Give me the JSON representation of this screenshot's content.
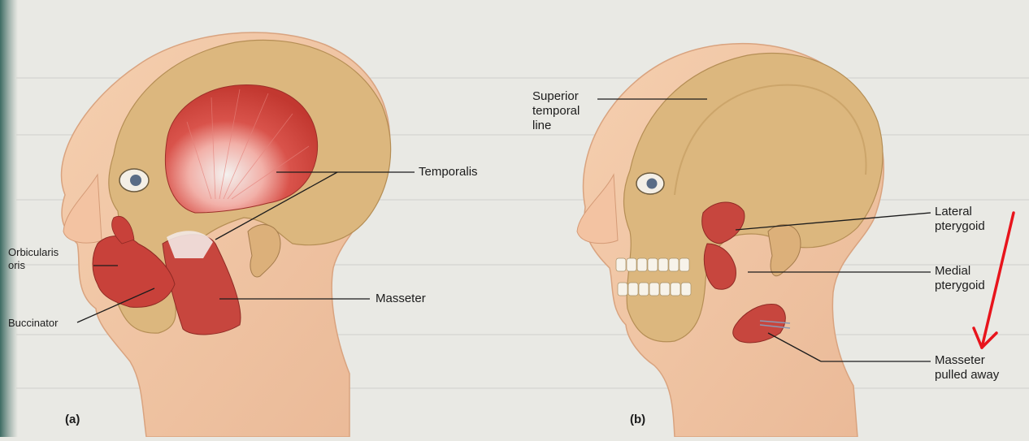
{
  "panel_a": {
    "tag": "(a)",
    "labels": {
      "temporalis": "Temporalis",
      "masseter": "Masseter",
      "orbicularis": "Orbicularis\noris",
      "buccinator": "Buccinator"
    }
  },
  "panel_b": {
    "tag": "(b)",
    "labels": {
      "superior_temporal": "Superior\ntemporal\nline",
      "lateral": "Lateral\npterygoid",
      "medial": "Medial\npterygoid",
      "masseter_pulled": "Masseter\npulled away"
    }
  },
  "colors": {
    "background": "#e9e9e4",
    "skin": "#f0c6a4",
    "bone": "#dbb67c",
    "muscle": "#c9413a",
    "annotation_arrow": "#e8141c"
  }
}
